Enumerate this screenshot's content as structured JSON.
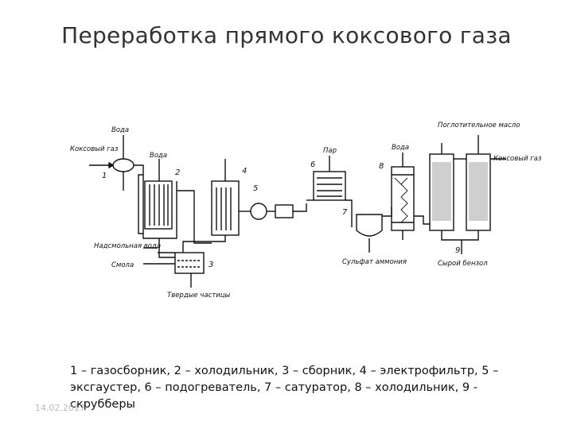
{
  "slide": {
    "title": "Переработка прямого коксового газа",
    "caption": "1 – газосборник, 2 – холодильник, 3 – сборник, 4 – электрофильтр, 5 – эксгаустер, 6 – подогреватель, 7 – сатуратор, 8 – холодильник, 9 - скрубберы",
    "date": "14.02.2017"
  },
  "diagram": {
    "labels": {
      "water1": "Вода",
      "coke_gas_in": "Коксовый газ",
      "water2": "Вода",
      "steam": "Пар",
      "water3": "Вода",
      "absorb_oil": "Поглотительное масло",
      "coke_gas_out": "Коксовый газ",
      "tar_water": "Надсмольная вода",
      "tar": "Смола",
      "solids": "Твердые частицы",
      "ammonium_sulfate": "Сульфат аммония",
      "crude_benzene": "Сырой бензол"
    },
    "numbers": [
      "1",
      "2",
      "3",
      "4",
      "5",
      "6",
      "7",
      "8",
      "9"
    ]
  }
}
